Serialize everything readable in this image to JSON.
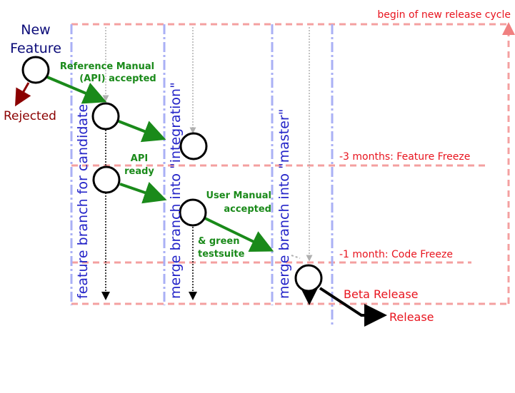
{
  "diagram": {
    "new_feature_line1": "New",
    "new_feature_line2": "Feature",
    "rejected": "Rejected",
    "ref_manual_line1": "Reference Manual",
    "ref_manual_line2": "(API) accepted",
    "api_ready_line1": "API",
    "api_ready_line2": "ready",
    "user_manual_line1": "User Manual",
    "user_manual_line2": "accepted",
    "green_testsuite_line1": "& green",
    "green_testsuite_line2": "testsuite",
    "begin_release_cycle": "begin of new release cycle",
    "feature_freeze": "-3 months: Feature Freeze",
    "code_freeze": "-1 month: Code Freeze",
    "beta_release": "Beta Release",
    "release": "Release",
    "lane_feature_branch": "feature branch for candidate",
    "lane_merge_integration": "merge branch into \"integration\"",
    "lane_merge_master": "merge branch into \"master\""
  },
  "colors": {
    "green": "#1a8a1a",
    "red_label": "#e8141e",
    "dashed_red": "#f4a0a0",
    "dash_blue": "#aab0f5",
    "lane_text_blue": "#2323c8",
    "title_blue": "#0a0a78",
    "rejected_red": "#8b0000"
  }
}
